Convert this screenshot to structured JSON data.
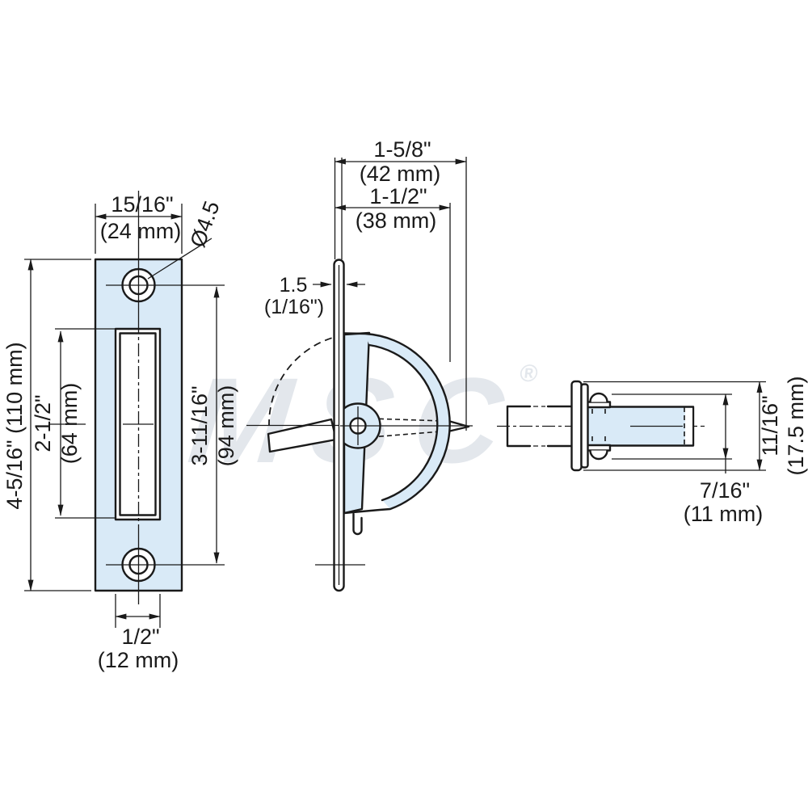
{
  "drawing": {
    "title": "latch-technical-drawing",
    "colors": {
      "line": "#1a1a1a",
      "part_fill": "#d9eaf7"
    },
    "watermark": {
      "text": "MSC",
      "reg": "®"
    },
    "left_view": {
      "top_width_in": "15/16\"",
      "top_width_mm": "(24 mm)",
      "hole_diameter": "Ø4.5",
      "overall_height": "4-5/16\" (110 mm)",
      "slot_height_in": "2-1/2\"",
      "slot_height_mm": "(64 mm)",
      "hole_spacing_in": "3-11/16\"",
      "hole_spacing_mm": "(94 mm)",
      "slot_width_in": "1/2\"",
      "slot_width_mm": "(12 mm)"
    },
    "side_view": {
      "overall_depth_in": "1-5/8\"",
      "overall_depth_mm": "(42 mm)",
      "body_depth_in": "1-1/2\"",
      "body_depth_mm": "(38 mm)",
      "plate_thickness_mm": "1.5",
      "plate_thickness_in": "(1/16\")"
    },
    "pin_view": {
      "body_height_in": "7/16\"",
      "body_height_mm": "(11 mm)",
      "flange_height_in": "11/16\"",
      "flange_height_mm": "(17.5 mm)"
    }
  }
}
